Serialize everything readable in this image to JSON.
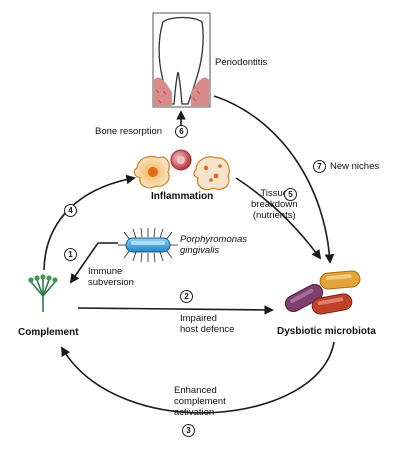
{
  "labels": {
    "periodontitis": "Periodontitis",
    "bone_resorption": "Bone resorption",
    "new_niches": "New niches",
    "inflammation": "Inflammation",
    "tissue_breakdown": "Tissue\nbreakdown\n(nutrients)",
    "porphyromonas": "Porphyromonas\ngingivalis",
    "immune_subversion": "Immune\nsubversion",
    "complement": "Complement",
    "impaired_defence": "Impaired\nhost defence",
    "dysbiotic": "Dysbiotic microbiota",
    "enhanced": "Enhanced\ncomplement\nactivation"
  },
  "steps": [
    "1",
    "2",
    "3",
    "4",
    "5",
    "6",
    "7"
  ],
  "colors": {
    "arrow": "#1a1a1a",
    "gum": "#d98a8a",
    "bacterium_blue": "#3aa6d8",
    "microbe_purple": "#7d3f6e",
    "microbe_orange": "#e2a33a",
    "microbe_red": "#c0412a",
    "cell_orange": "#f2a13a"
  }
}
